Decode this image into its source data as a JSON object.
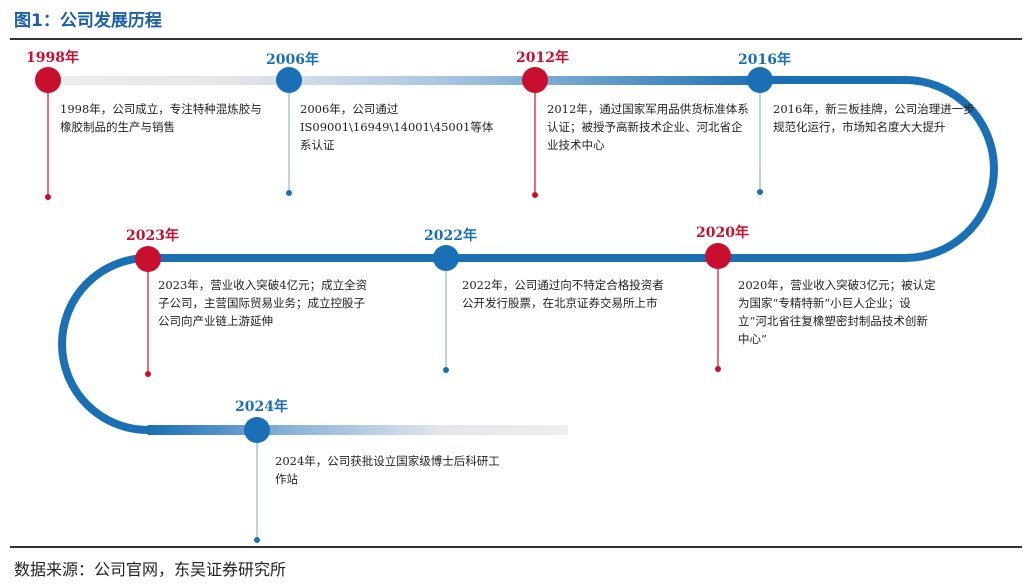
{
  "figure_title": "图1：公司发展历程",
  "source": "数据来源：公司官网，东吴证券研究所",
  "colors": {
    "red": "#c8102e",
    "blue": "#1a6fb5",
    "track_light": "#e6e6ea"
  },
  "events": [
    {
      "year": "1998年",
      "color": "red",
      "text": "1998年，公司成立，专注特种混炼胶与橡胶制品的生产与销售"
    },
    {
      "year": "2006年",
      "color": "blue",
      "text": "2006年，公司通过IS09001\\16949\\14001\\45001等体系认证"
    },
    {
      "year": "2012年",
      "color": "red",
      "text": "2012年，通过国家军用品供货标准体系认证；被授予高新技术企业、河北省企业技术中心"
    },
    {
      "year": "2016年",
      "color": "blue",
      "text": "2016年，新三板挂牌，公司治理进一步规范化运行，市场知名度大大提升"
    },
    {
      "year": "2020年",
      "color": "red",
      "text": "2020年，营业收入突破3亿元；被认定为国家“专精特新”小巨人企业；设立“河北省往复橡塑密封制品技术创新中心”"
    },
    {
      "year": "2022年",
      "color": "blue",
      "text": "2022年，公司通过向不特定合格投资者公开发行股票，在北京证券交易所上市"
    },
    {
      "year": "2023年",
      "color": "red",
      "text": "2023年，营业收入突破4亿元；成立全资子公司，主营国际贸易业务；成立控股子公司向产业链上游延伸"
    },
    {
      "year": "2024年",
      "color": "blue",
      "text": "2024年，公司获批设立国家级博士后科研工作站"
    }
  ]
}
